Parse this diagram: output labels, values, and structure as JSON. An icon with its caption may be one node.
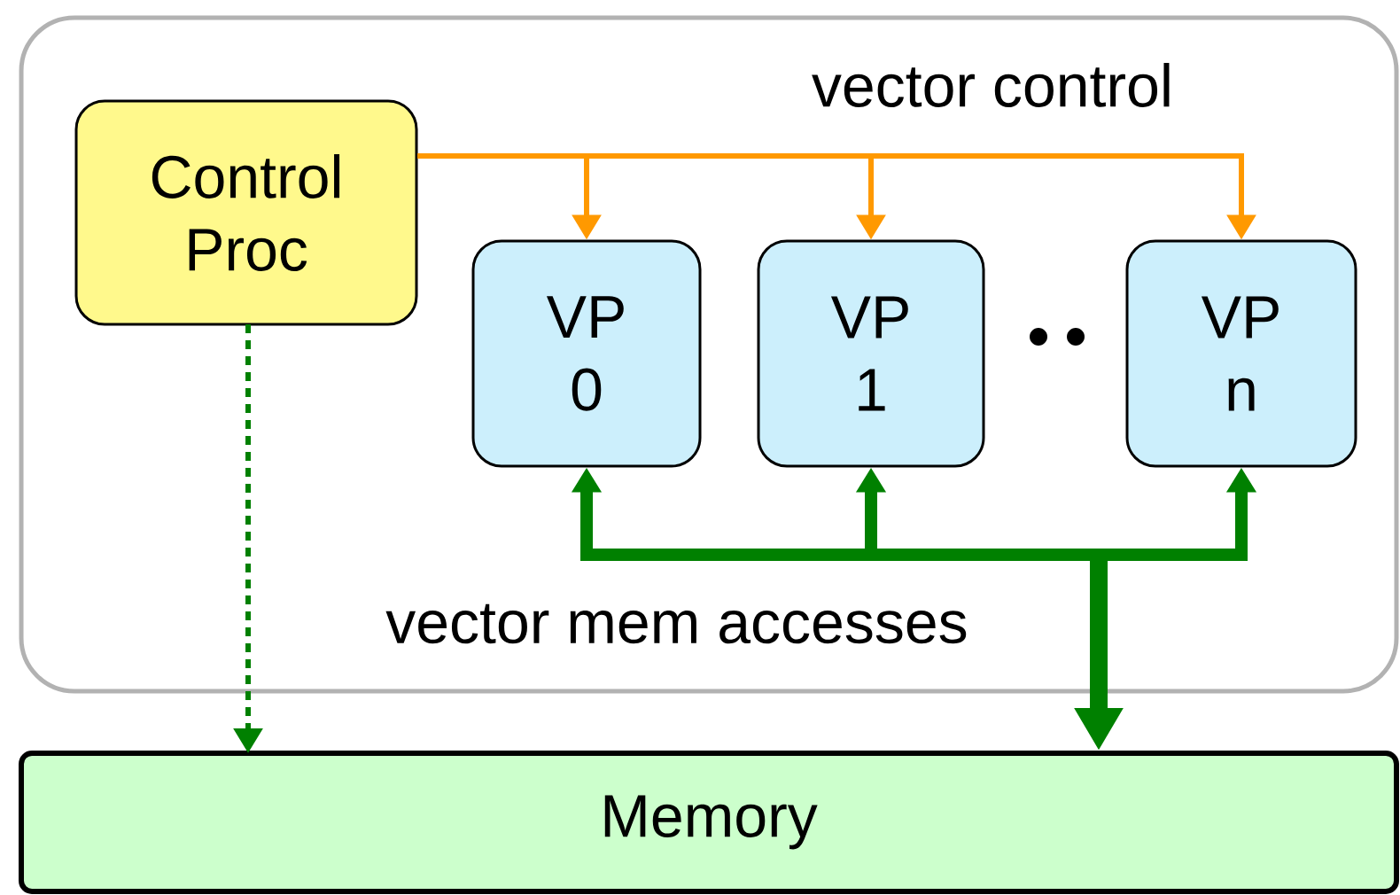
{
  "diagram": {
    "nodes": [
      {
        "text": [],
        "shape": "box"
      },
      {
        "text": [
          "Control Proc"
        ],
        "in": 0
      },
      {
        "text": [
          "VP 0"
        ],
        "in": 0
      },
      {
        "text": [
          "VP 1"
        ],
        "in": 0
      },
      {
        "text": [
          "VP n"
        ],
        "in": 0
      },
      {
        "text": [
          "Memory"
        ]
      }
    ],
    "edges": [
      {
        "from": 1,
        "to": 2,
        "arrow": "to",
        "color": "#ff9900"
      },
      {
        "from": 1,
        "to": 3,
        "arrow": "to",
        "color": "#ff9900"
      },
      {
        "from": 1,
        "to": 4,
        "arrow": "to",
        "color": "#ff9900",
        "label": "vector control"
      },
      {
        "from": 5,
        "to": 2,
        "arrow": "both",
        "style": "thick",
        "label": "vector mem accesses"
      },
      {
        "from": 5,
        "to": 3,
        "arrow": "both",
        "style": "thick"
      },
      {
        "from": 5,
        "to": 4,
        "arrow": "both",
        "style": "thick"
      },
      {
        "from": 1,
        "to": 5,
        "arrow": "to",
        "style": "dashed"
      }
    ]
  }
}
